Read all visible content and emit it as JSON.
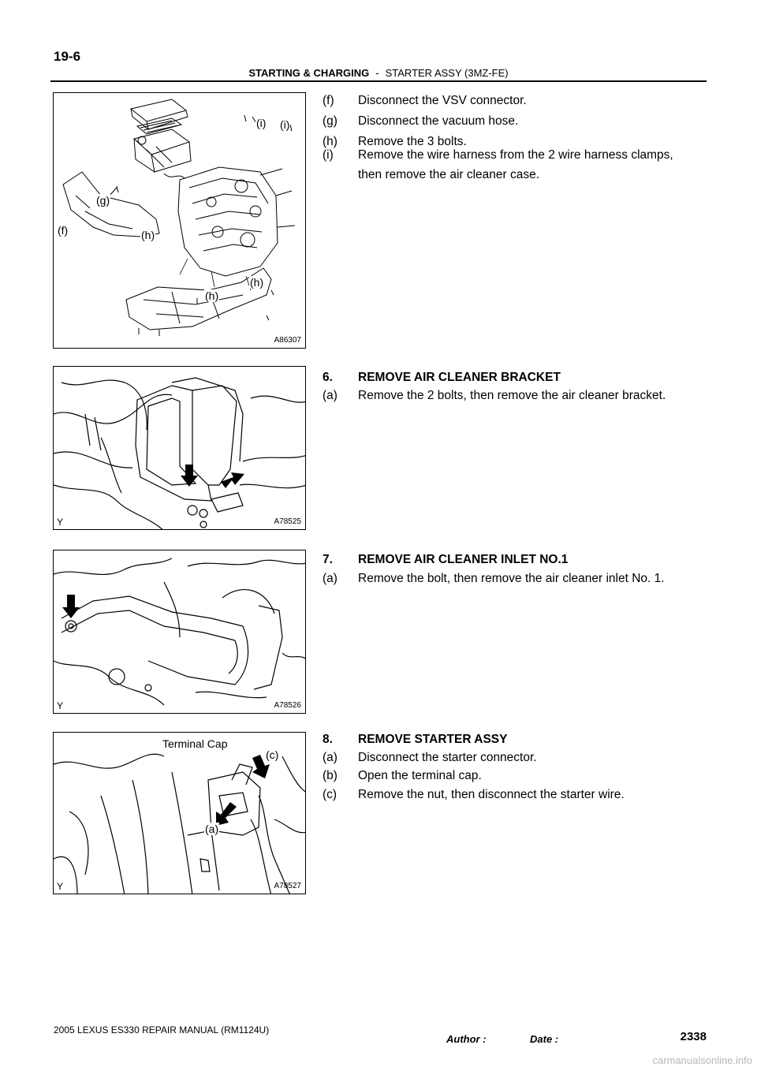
{
  "header": {
    "page_number": "19-6",
    "section": "STARTING & CHARGING",
    "separator": "-",
    "subsection": "STARTER ASSY (3MZ-FE)"
  },
  "figures": [
    {
      "id": "A86307",
      "callouts": [
        "(i)",
        "(i)",
        "(g)",
        "(f)",
        "(h)",
        "(h)",
        "(h)"
      ]
    },
    {
      "id": "A78525",
      "corner_mark": "Y"
    },
    {
      "id": "A78526",
      "corner_mark": "Y"
    },
    {
      "id": "A78527",
      "corner_mark": "Y",
      "callouts": [
        "Terminal Cap",
        "(c)",
        "(a)"
      ]
    }
  ],
  "steps_block1": [
    {
      "label": "(f)",
      "text": "Disconnect the VSV connector."
    },
    {
      "label": "(g)",
      "text": "Disconnect the vacuum hose."
    },
    {
      "label": "(h)",
      "text": "Remove the 3 bolts."
    },
    {
      "label": "(i)",
      "text": "Remove the wire harness from the 2 wire harness clamps,"
    },
    {
      "label": "",
      "text": "then remove the air cleaner case."
    }
  ],
  "section6": {
    "number": "6.",
    "title": "REMOVE AIR CLEANER BRACKET",
    "steps": [
      {
        "label": "(a)",
        "text": "Remove the 2 bolts, then remove the air cleaner bracket."
      }
    ]
  },
  "section7": {
    "number": "7.",
    "title": "REMOVE AIR CLEANER INLET NO.1",
    "steps": [
      {
        "label": "(a)",
        "text": "Remove the bolt, then remove the air cleaner inlet No. 1."
      }
    ]
  },
  "section8": {
    "number": "8.",
    "title": "REMOVE STARTER ASSY",
    "steps": [
      {
        "label": "(a)",
        "text": "Disconnect the starter connector."
      },
      {
        "label": "(b)",
        "text": "Open the terminal cap."
      },
      {
        "label": "(c)",
        "text": "Remove the nut, then disconnect the starter wire."
      }
    ]
  },
  "footer": {
    "manual": "2005 LEXUS ES330 REPAIR MANUAL   (RM1124U)",
    "page": "2338",
    "author_label": "Author :",
    "date_label": "Date :",
    "watermark": "carmanualsonline.info"
  }
}
